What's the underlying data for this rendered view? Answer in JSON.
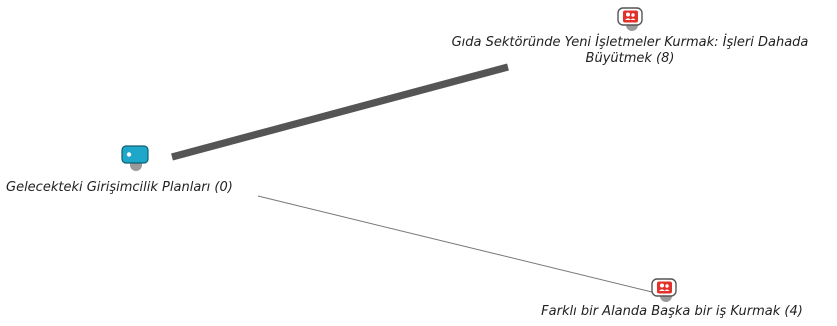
{
  "diagram": {
    "nodes": [
      {
        "id": "n0",
        "label_line1": "Gelecekteki Girişimcilik Planları (0)",
        "label_line2": "",
        "icon": "tag-icon",
        "color": "#1fa7c9"
      },
      {
        "id": "n1",
        "label_line1": "Gıda Sektöründe Yeni İşletmeler Kurmak: İşleri Dahada",
        "label_line2": "Büyütmek (8)",
        "icon": "user-group-icon",
        "color": "#e0322b"
      },
      {
        "id": "n2",
        "label_line1": "Farklı bir Alanda Başka bir iş Kurmak (4)",
        "label_line2": "",
        "icon": "user-group-icon",
        "color": "#e0322b"
      }
    ],
    "edges": [
      {
        "from": "n0",
        "to": "n1",
        "weight": 8,
        "color": "#555555"
      },
      {
        "from": "n0",
        "to": "n2",
        "weight": 1,
        "color": "#777777"
      }
    ]
  }
}
